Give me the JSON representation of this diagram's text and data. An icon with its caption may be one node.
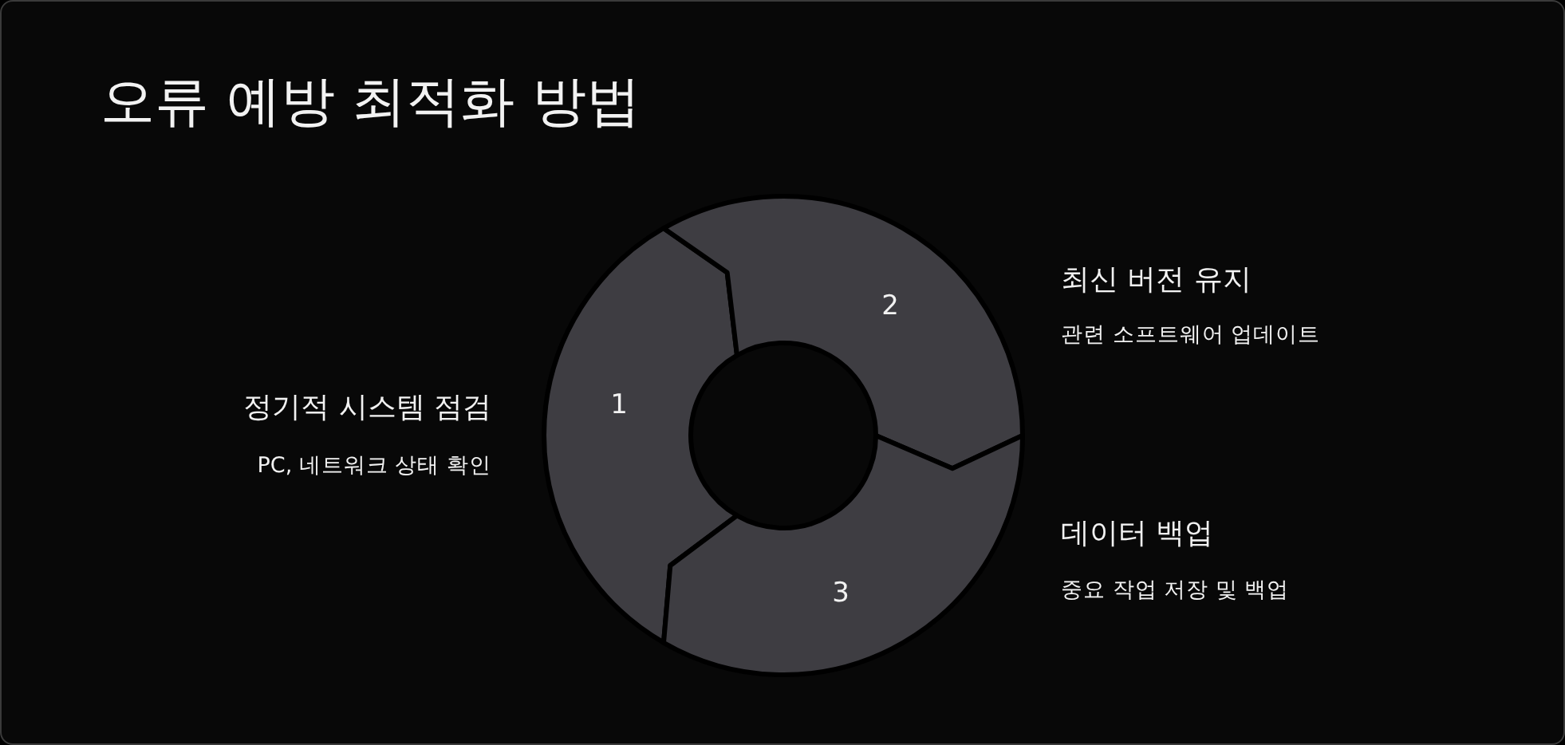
{
  "diagram": {
    "title": "오류 예방 최적화 방법",
    "nodes": [
      {
        "text": [
          "1"
        ],
        "beside": [
          "정기적 시스템 점검",
          "PC, 네트워크 상태 확인"
        ]
      },
      {
        "text": [
          "2"
        ],
        "beside": [
          "최신 버전 유지",
          "관련 소프트웨어 업데이트"
        ]
      },
      {
        "text": [
          "3"
        ],
        "beside": [
          "데이터 백업",
          "중요 작업 저장 및 백업"
        ]
      }
    ]
  }
}
